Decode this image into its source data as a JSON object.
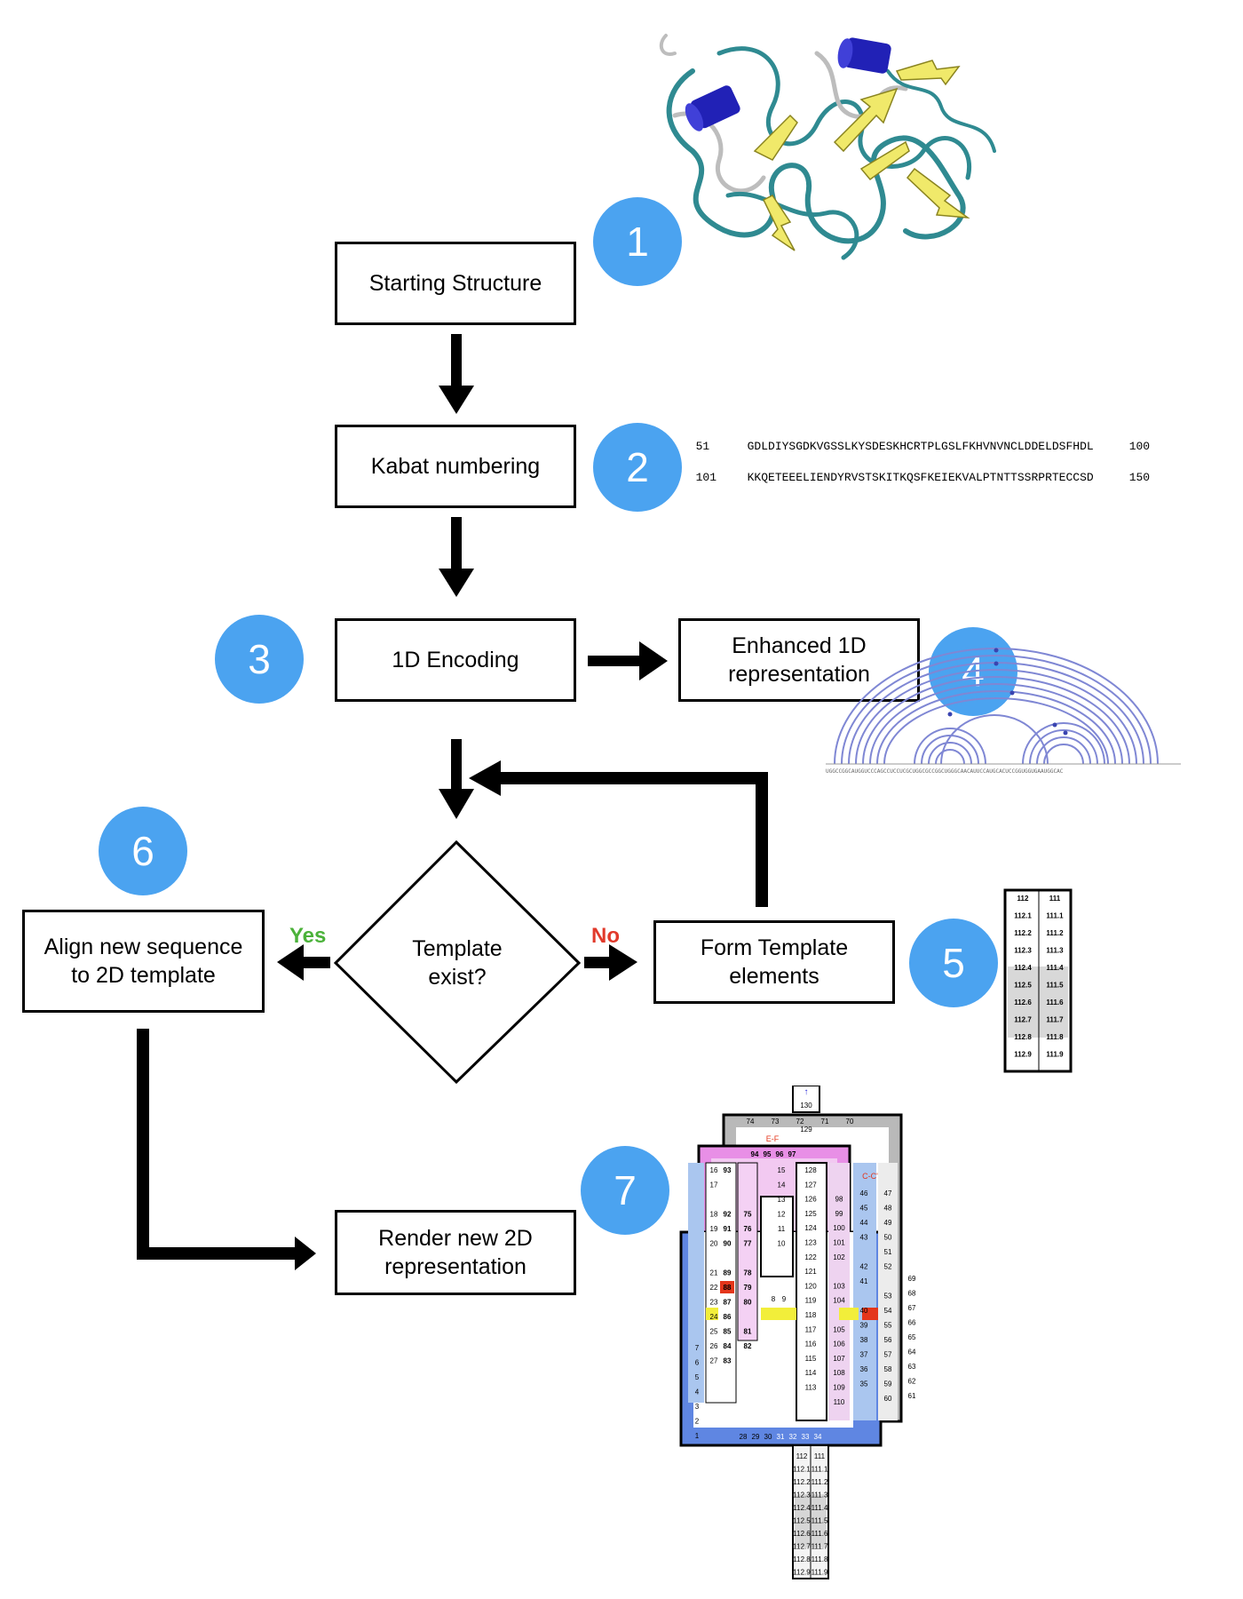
{
  "steps": {
    "starting_structure": "Starting Structure",
    "kabat_numbering": "Kabat numbering",
    "encoding_1d": "1D Encoding",
    "enhanced_1d": "Enhanced 1D\nrepresentation",
    "template_exist": "Template\nexist?",
    "form_template": "Form Template\nelements",
    "align_sequence": "Align new sequence\nto 2D template",
    "render_2d": "Render new 2D\nrepresentation"
  },
  "decision_labels": {
    "yes": "Yes",
    "no": "No"
  },
  "step_numbers": [
    "1",
    "2",
    "3",
    "4",
    "5",
    "6",
    "7"
  ],
  "sequence": {
    "line1": {
      "start": "51",
      "residues": "GDLDIYSGDKVGSSLKYSDESKHCRTPLGSLFKHVNVNCLDDELDSFHDL",
      "end": "100"
    },
    "line2": {
      "start": "101",
      "residues": "KKQETEEELIENDYRVSTSKITKQSFKEIEKVALPTNTTSSRPRTECCSD",
      "end": "150"
    }
  },
  "colors": {
    "circle": "#4ba3f0",
    "yes": "#4bb23a",
    "no": "#e13a2b",
    "arc": "#7f87d4"
  },
  "template_strip": {
    "rows": [
      [
        "112",
        "111"
      ],
      [
        "112.1",
        "111.1"
      ],
      [
        "112.2",
        "111.2"
      ],
      [
        "112.3",
        "111.3"
      ],
      [
        "112.4",
        "111.4"
      ],
      [
        "112.5",
        "111.5"
      ],
      [
        "112.6",
        "111.6"
      ],
      [
        "112.7",
        "111.7"
      ],
      [
        "112.8",
        "111.8"
      ],
      [
        "112.9",
        "111.9"
      ]
    ]
  },
  "render_2d": {
    "top": [
      "130",
      "129"
    ],
    "ef_label": "E-F",
    "cc_label": "C-C'",
    "row_74": [
      "74",
      "73",
      "72",
      "71",
      "70"
    ],
    "row_94": [
      "94",
      "95",
      "96",
      "97"
    ],
    "col_a": [
      "16",
      "17",
      "",
      "18",
      "19",
      "20",
      "",
      "21",
      "22",
      "23",
      "24",
      "25",
      "26",
      "27"
    ],
    "col_b": [
      "93",
      "",
      "",
      "92",
      "91",
      "90",
      "",
      "89",
      "88",
      "87",
      "86",
      "85",
      "84",
      "83"
    ],
    "col_c": [
      "",
      "",
      "",
      "75",
      "76",
      "77",
      "",
      "78",
      "79",
      "80",
      "",
      "81",
      "82",
      ""
    ],
    "col_d": [
      "15",
      "14",
      "13",
      "12",
      "11",
      "10",
      "",
      "",
      "",
      "",
      "",
      "",
      "",
      ""
    ],
    "col_e": [
      "128",
      "127",
      "126",
      "125",
      "124",
      "123",
      "122",
      "121",
      "120",
      "119",
      "118",
      "117",
      "116",
      "115",
      "114",
      "113"
    ],
    "col_f": [
      "",
      "",
      "98",
      "99",
      "100",
      "101",
      "102",
      "",
      "103",
      "104",
      "",
      "105",
      "106",
      "107",
      "108",
      "109",
      "110"
    ],
    "col_g": [
      "46",
      "45",
      "44",
      "43",
      "",
      "42",
      "41",
      "",
      "40",
      "39",
      "38",
      "37",
      "36",
      "35"
    ],
    "col_h": [
      "47",
      "48",
      "49",
      "50",
      "51",
      "52",
      "",
      "53",
      "54",
      "55",
      "56",
      "57",
      "58",
      "59",
      "60"
    ],
    "col_i": [
      "69",
      "68",
      "67",
      "66",
      "65",
      "64",
      "63",
      "62",
      "61"
    ],
    "col_left": [
      "7",
      "6",
      "5",
      "4",
      "3",
      "2",
      "1"
    ],
    "row_bottom": [
      "28",
      "29",
      "30",
      "31",
      "32",
      "33",
      "34"
    ],
    "row_8": [
      "8",
      "9"
    ],
    "bottom_strip": [
      [
        "112",
        "111"
      ],
      [
        "112.1",
        "111.1"
      ],
      [
        "112.2",
        "111.2"
      ],
      [
        "112.3",
        "111.3"
      ],
      [
        "112.4",
        "111.4"
      ],
      [
        "112.5",
        "111.5"
      ],
      [
        "112.6",
        "111.6"
      ],
      [
        "112.7",
        "111.7"
      ],
      [
        "112.8",
        "111.8"
      ],
      [
        "112.9",
        "111.9"
      ]
    ]
  }
}
